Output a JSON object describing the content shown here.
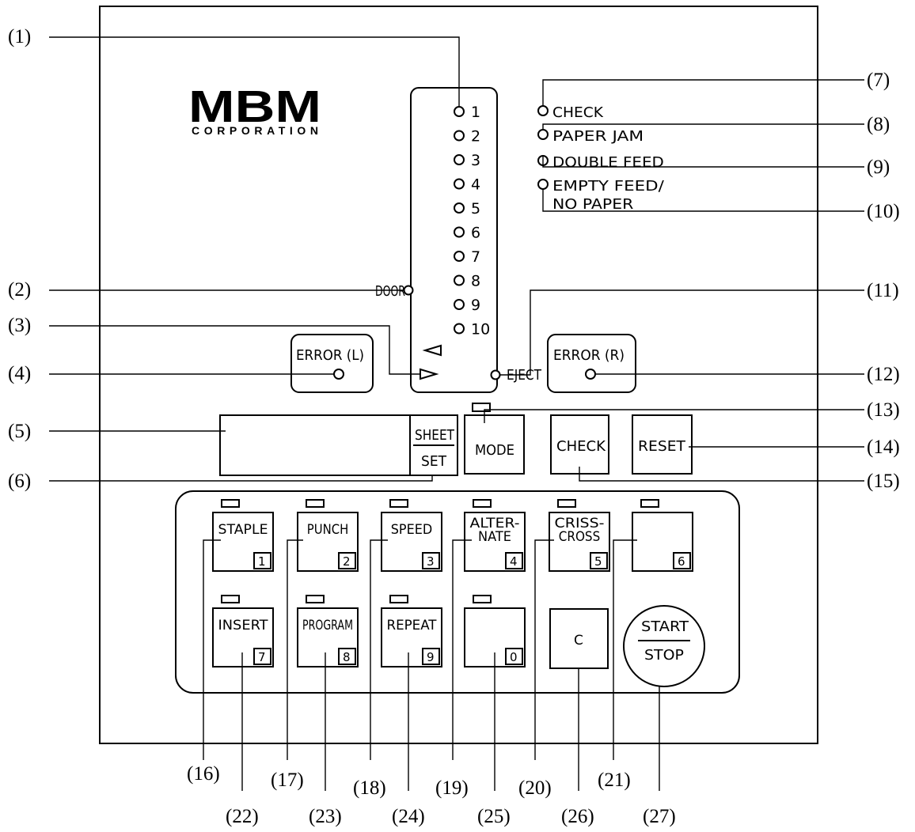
{
  "logo": {
    "mark": "MBM",
    "company": "CORPORATION"
  },
  "feed_leds": {
    "numbers": [
      "1",
      "2",
      "3",
      "4",
      "5",
      "6",
      "7",
      "8",
      "9",
      "10"
    ],
    "door": "DOOR",
    "eject": "EJECT"
  },
  "status_leds": [
    {
      "line1": "CHECK",
      "line2": ""
    },
    {
      "line1": "PAPER JAM",
      "line2": ""
    },
    {
      "line1": "DOUBLE FEED",
      "line2": ""
    },
    {
      "line1": "EMPTY FEED/",
      "line2": "NO PAPER"
    }
  ],
  "error_left": "ERROR (L)",
  "error_right": "ERROR (R)",
  "display": {
    "sheet": "SHEET",
    "set": "SET"
  },
  "control_buttons": {
    "mode": "MODE",
    "check": "CHECK",
    "reset": "RESET"
  },
  "keys": [
    {
      "l1": "STAPLE",
      "l2": "",
      "num": "1"
    },
    {
      "l1": "PUNCH",
      "l2": "",
      "num": "2"
    },
    {
      "l1": "SPEED",
      "l2": "",
      "num": "3"
    },
    {
      "l1": "ALTER-",
      "l2": "NATE",
      "num": "4"
    },
    {
      "l1": "CRISS-",
      "l2": "CROSS",
      "num": "5"
    },
    {
      "l1": "",
      "l2": "",
      "num": "6"
    },
    {
      "l1": "INSERT",
      "l2": "",
      "num": "7"
    },
    {
      "l1": "PROGRAM",
      "l2": "",
      "num": "8"
    },
    {
      "l1": "REPEAT",
      "l2": "",
      "num": "9"
    },
    {
      "l1": "",
      "l2": "",
      "num": "0"
    }
  ],
  "clear_key": "C",
  "start_stop": {
    "start": "START",
    "stop": "STOP"
  },
  "callouts": [
    "(1)",
    "(2)",
    "(3)",
    "(4)",
    "(5)",
    "(6)",
    "(7)",
    "(8)",
    "(9)",
    "(10)",
    "(11)",
    "(12)",
    "(13)",
    "(14)",
    "(15)",
    "(16)",
    "(17)",
    "(18)",
    "(19)",
    "(20)",
    "(21)",
    "(22)",
    "(23)",
    "(24)",
    "(25)",
    "(26)",
    "(27)"
  ]
}
